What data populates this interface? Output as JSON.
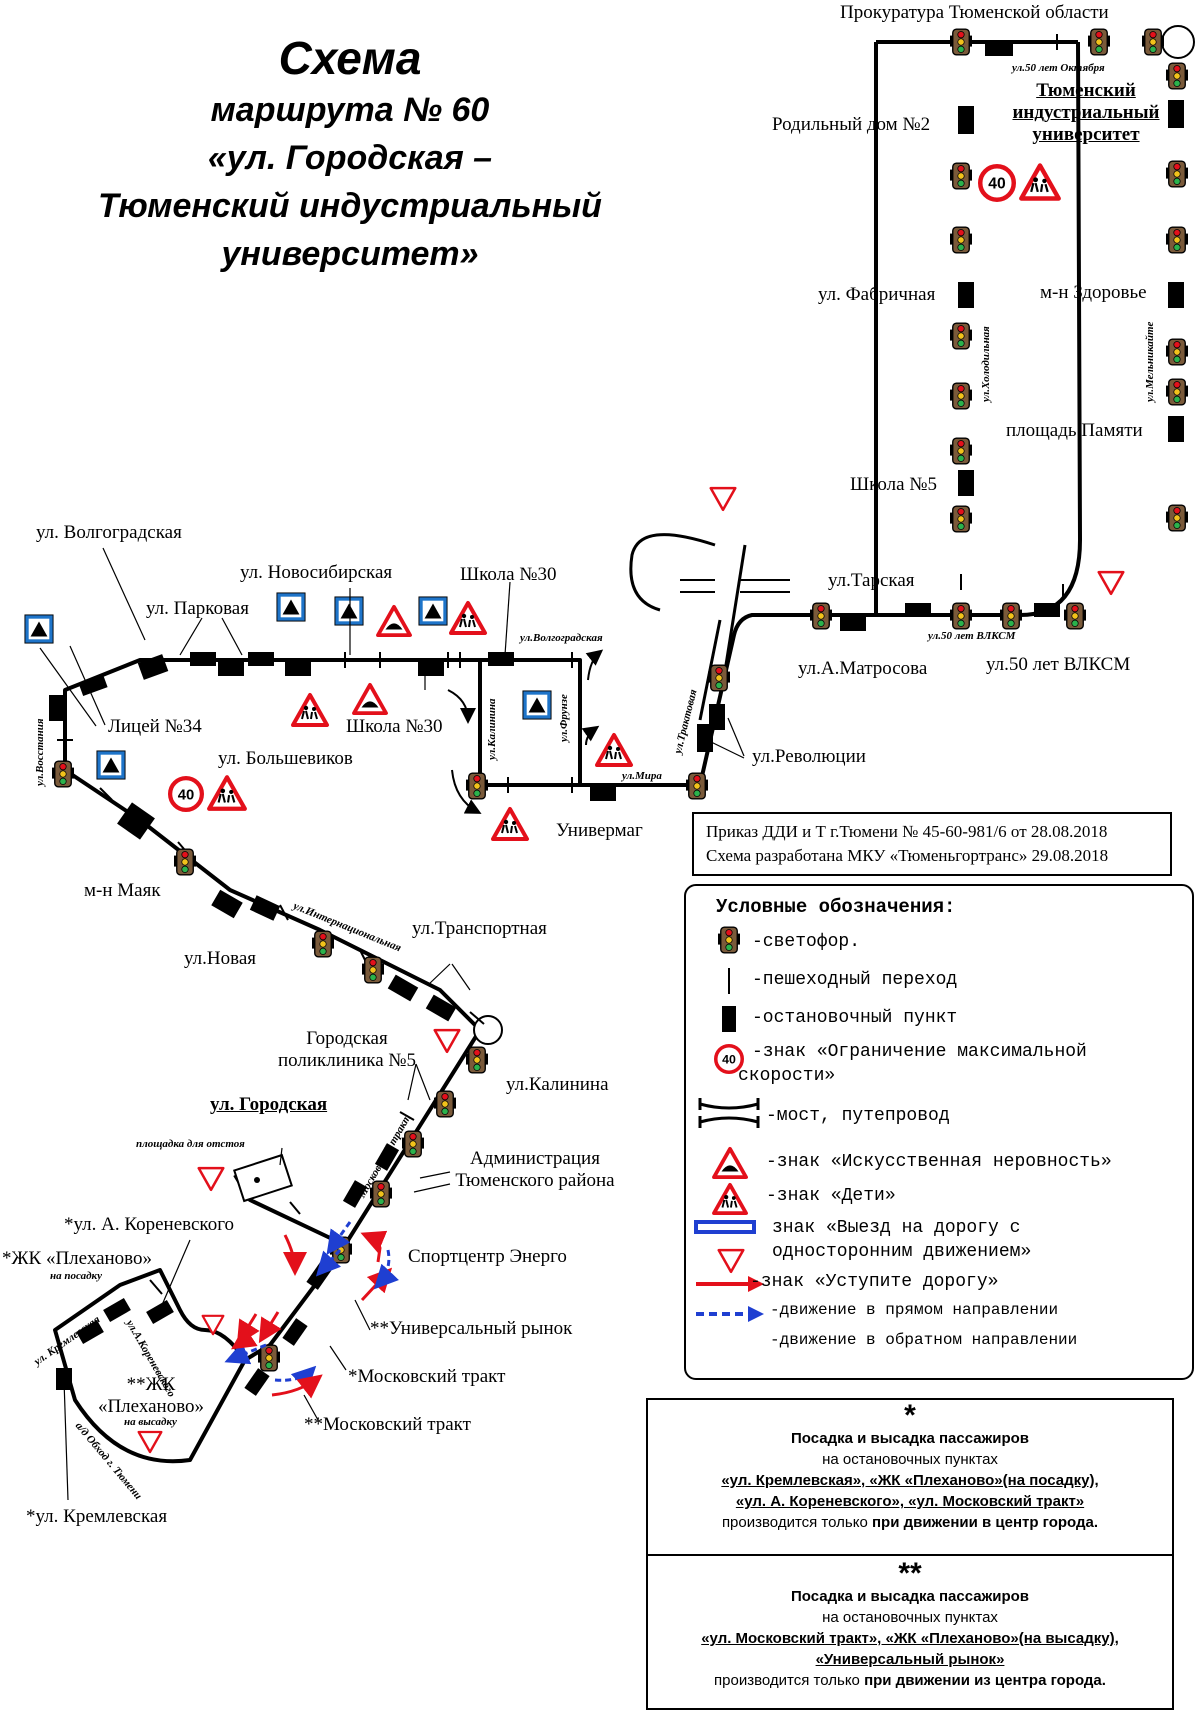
{
  "title": {
    "line1": "Схема",
    "line2": "маршрута № 60",
    "line3": "«ул. Городская –",
    "line4": "Тюменский индустриальный",
    "line5": "университет»"
  },
  "stops": {
    "prokuratura": "Прокуратура Тюменской области",
    "university": "Тюменский индустриальный университет",
    "roddom": "Родильный дом №2",
    "fabrichnaya": "ул. Фабричная",
    "zdorovye": "м-н Здоровье",
    "ploshchad": "площадь Памяти",
    "school5": "Школа №5",
    "tarskaya": "ул.Тарская",
    "matrosova": "ул.А.Матросова",
    "vlksm": "ул.50 лет ВЛКСМ",
    "revolyutsii": "ул.Революции",
    "univermag": "Универмаг",
    "school30_top": "Школа №30",
    "school30_bottom": "Школа №30",
    "volgogradskaya": "ул. Волгоградская",
    "novosibirskaya": "ул. Новосибирская",
    "parkovaya": "ул. Парковая",
    "bolshevikov": "ул. Большевиков",
    "litsey34": "Лицей №34",
    "mayak": "м-н Маяк",
    "novaya": "ул.Новая",
    "transportnaya": "ул.Транспортная",
    "poliklinika": "Городская поликлиника №5",
    "kalinina": "ул.Калинина",
    "gorodskaya": "ул. Городская",
    "otstoy": "площадка для отстоя",
    "administratsiya": "Администрация Тюменского района",
    "sportcenter": "Спортцентр Энерго",
    "korenevskogo": "*ул. А. Кореневского",
    "plekhanovo_board": "*ЖК «Плеханово»",
    "board_note": "на посадку",
    "rynok": "**Универсальный рынок",
    "moskovsky1": "*Московский тракт",
    "plekhanovo_alight": "**ЖК «Плеханово»",
    "alight_note": "на высадку",
    "moskovsky2": "**Московский тракт",
    "kremlevskaya": "*ул. Кремлевская"
  },
  "streets": {
    "let50_oct": "ул.50 лет Октября",
    "kholodilnaya": "ул.Холодильная",
    "melnikaite": "ул.Мельникайте",
    "let50_vlksm": "ул.50 лет ВЛКСМ",
    "traktovaya": "ул.Трактовая",
    "mira": "ул.Мира",
    "frunze": "ул.Фрунзе",
    "kalinina": "ул.Калинина",
    "volgogradskaya": "ул.Волгоградская",
    "vosstaniya": "ул.Восстания",
    "internatsionalnaya": "ул.Интернациональная",
    "moskovsky": "Московский тракт",
    "kremlevskaya": "ул. Кремлевская",
    "korenevskogo": "ул.А.Кореневского",
    "obkhod": "а/д Обход г. Тюмени"
  },
  "speed_limit": "40",
  "order": {
    "line1": "Приказ ДДИ и Т г.Тюмени № 45-60-981/6 от 28.08.2018",
    "line2": "Схема разработана МКУ «Тюменьгортранс» 29.08.2018"
  },
  "legend": {
    "title": "Условные обозначения:",
    "items": [
      "-светофор.",
      "-пешеходный переход",
      "-остановочный пункт",
      "-знак «Ограничение максимальной скорости»",
      "-мост, путепровод",
      "-знак «Искусственная неровность»",
      "-знак «Дети»",
      "знак «Выезд на дорогу с односторонним движением»",
      "-знак «Уступите дорогу»",
      "-движение в прямом направлении",
      "-движение в обратном направлении"
    ],
    "item4_line1": "-знак «Ограничение максимальной",
    "item4_line2": "скорости»",
    "item8_line1": "знак «Выезд на дорогу с",
    "item8_line2": "односторонним движением»"
  },
  "note1": {
    "star": "*",
    "heading": "Посадка и высадка пассажиров",
    "line1": "на остановочных пунктах",
    "stops1": "«ул. Кремлевская», «ЖК «Плеханово»(на посадку),",
    "stops2": "«ул. А. Кореневского», «ул. Московский тракт»",
    "tail_plain": "производится только ",
    "tail_bold": "при движении в центр города."
  },
  "note2": {
    "star": "**",
    "heading": "Посадка и высадка пассажиров",
    "line1": "на остановочных пунктах",
    "stops1": "«ул. Московский тракт», «ЖК «Плеханово»(на высадку),",
    "stops2": "«Универсальный рынок»",
    "tail_plain": "производится только ",
    "tail_bold": "при движении из центра города."
  },
  "colors": {
    "route": "#000000",
    "forward_arrow": "#e3101b",
    "reverse_arrow": "#1f3fd1",
    "sign_red": "#e3101b",
    "sign_blue": "#1e74c9",
    "traffic_light_body": "#7a5a3a"
  }
}
